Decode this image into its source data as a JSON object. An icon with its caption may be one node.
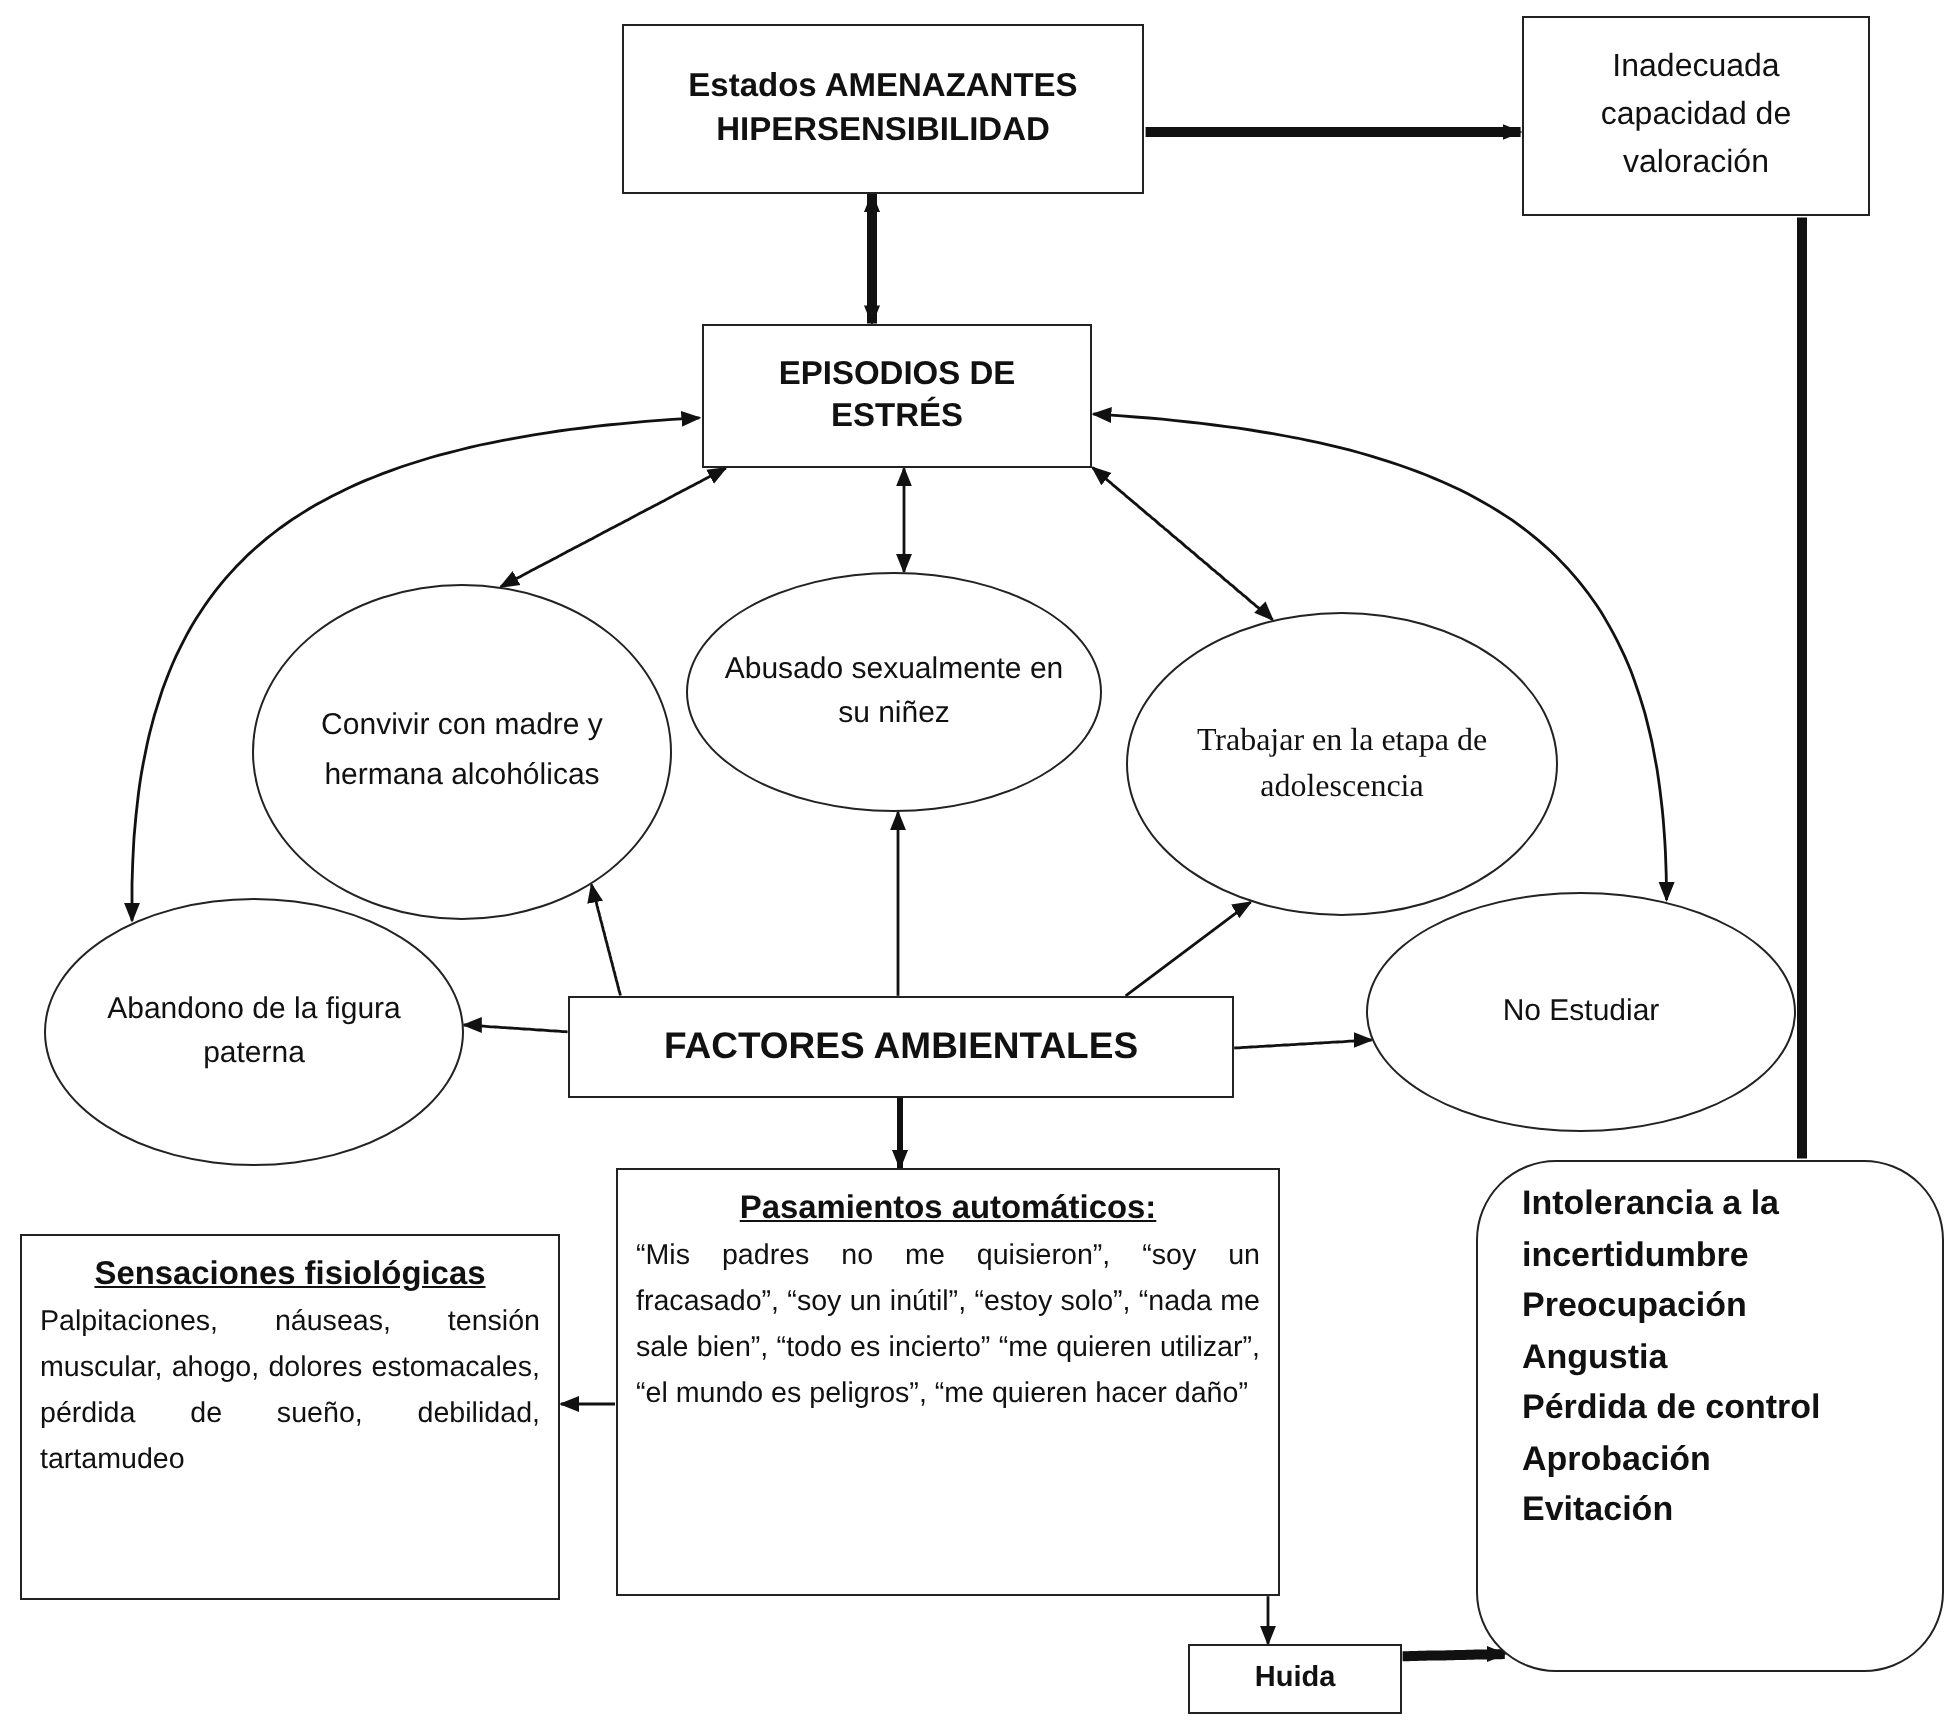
{
  "diagram": {
    "nodes": [
      {
        "text": [
          "Estados AMENAZANTES HIPERSENSIBILIDAD"
        ]
      },
      {
        "text": [
          "Inadecuada capacidad de valoración"
        ]
      },
      {
        "text": [
          "EPISODIOS DE ESTRÉS"
        ]
      },
      {
        "text": [
          "Convivir con madre y hermana alcohólicas"
        ]
      },
      {
        "text": [
          "Abusado sexualmente en su niñez"
        ]
      },
      {
        "text": [
          "Trabajar en la etapa de adolescencia"
        ]
      },
      {
        "text": [
          "Abandono de la figura paterna"
        ]
      },
      {
        "text": [
          "FACTORES AMBIENTALES"
        ]
      },
      {
        "text": [
          "No Estudiar"
        ]
      },
      {
        "text": [
          "Pasamientos automáticos:",
          "“Mis padres no me quisieron”, “soy un fracasado”, “soy un inútil”, “estoy solo”, “nada me sale bien”, “todo es incierto” “me quieren utilizar”, “el mundo es peligros”, “me quieren hacer daño”"
        ]
      },
      {
        "text": [
          "Sensaciones fisiológicas",
          "Palpitaciones, náuseas, tensión muscular, ahogo, dolores estomacales, pérdida de sueño, debilidad, tartamudeo"
        ]
      },
      {
        "text": [
          "Intolerancia a la incertidumbre",
          "Preocupación",
          "Angustia",
          "Pérdida de control",
          "Aprobación",
          "Evitación"
        ]
      },
      {
        "text": [
          "Huida"
        ]
      }
    ],
    "edges": [
      {
        "from": 0,
        "to": 1,
        "arrow": "to",
        "style": "thick"
      },
      {
        "from": 0,
        "to": 2,
        "arrow": "both",
        "style": "thick"
      },
      {
        "from": 1,
        "to": 11,
        "arrow": "none",
        "style": "thick"
      },
      {
        "from": 2,
        "to": 3,
        "arrow": "both"
      },
      {
        "from": 2,
        "to": 4,
        "arrow": "both"
      },
      {
        "from": 2,
        "to": 5,
        "arrow": "both"
      },
      {
        "from": 2,
        "to": 6,
        "arrow": "both"
      },
      {
        "from": 2,
        "to": 8,
        "arrow": "both"
      },
      {
        "from": 7,
        "to": 6,
        "arrow": "to"
      },
      {
        "from": 7,
        "to": 3,
        "arrow": "to"
      },
      {
        "from": 7,
        "to": 4,
        "arrow": "to"
      },
      {
        "from": 7,
        "to": 5,
        "arrow": "to"
      },
      {
        "from": 7,
        "to": 8,
        "arrow": "to"
      },
      {
        "from": 7,
        "to": 9,
        "arrow": "to",
        "style": "thick"
      },
      {
        "from": 9,
        "to": 10,
        "arrow": "to"
      },
      {
        "from": 9,
        "to": 12,
        "arrow": "to"
      },
      {
        "from": 12,
        "to": 11,
        "arrow": "to",
        "style": "thick"
      }
    ]
  }
}
